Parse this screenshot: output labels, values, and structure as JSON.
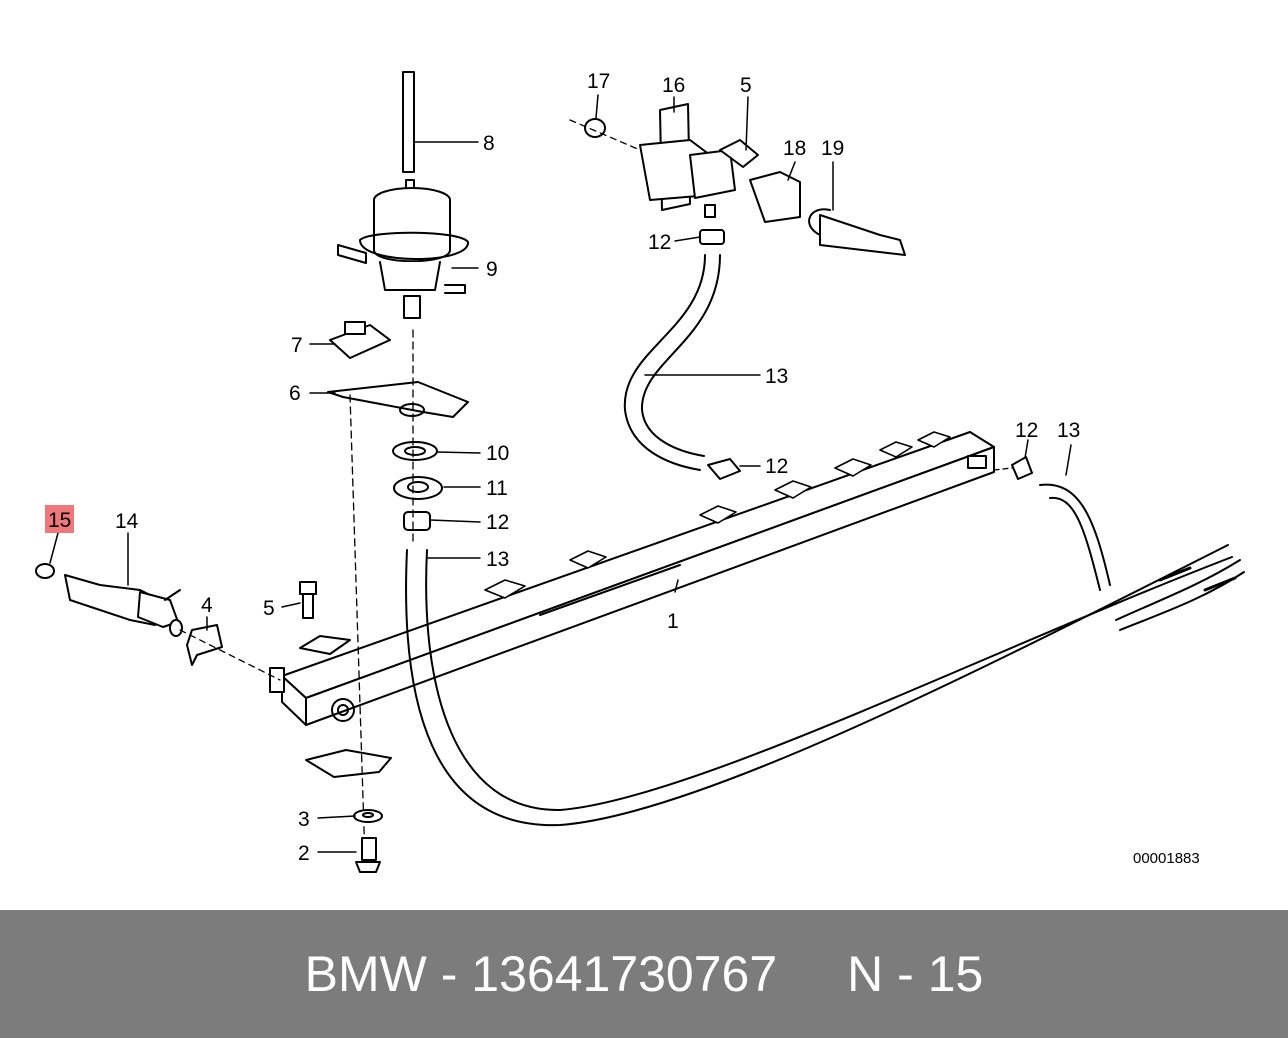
{
  "diagram": {
    "drawing_number": "00001883",
    "highlighted_callout": "15",
    "highlight_color": "#f0787c",
    "callouts": {
      "c1": "1",
      "c2": "2",
      "c3": "3",
      "c4": "4",
      "c5a": "5",
      "c5b": "5",
      "c6": "6",
      "c7": "7",
      "c8": "8",
      "c9": "9",
      "c10": "10",
      "c11": "11",
      "c12a": "12",
      "c12b": "12",
      "c12c": "12",
      "c12d": "12",
      "c13a": "13",
      "c13b": "13",
      "c13c": "13",
      "c14": "14",
      "c15": "15",
      "c16": "16",
      "c17": "17",
      "c18": "18",
      "c19": "19"
    }
  },
  "footer": {
    "part_text": "BMW - 13641730767",
    "ref_text": "N - 15",
    "background_color": "#7c7c7c"
  }
}
